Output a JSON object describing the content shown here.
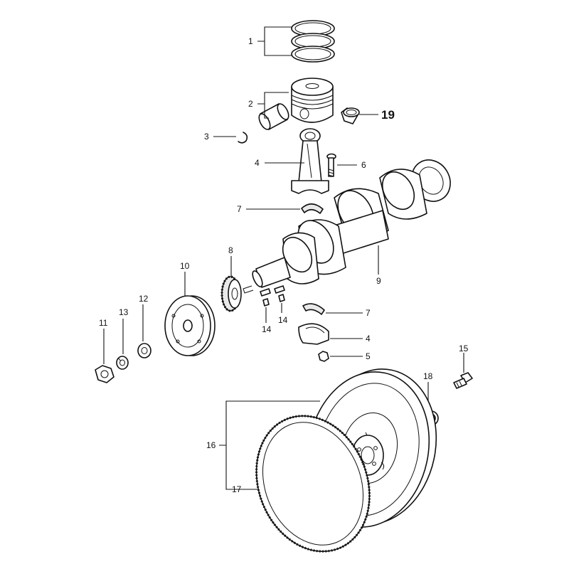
{
  "callouts": {
    "c1": "1",
    "c2": "2",
    "c3": "3",
    "c4a": "4",
    "c4b": "4",
    "c5": "5",
    "c6": "6",
    "c7a": "7",
    "c7b": "7",
    "c8": "8",
    "c9": "9",
    "c10": "10",
    "c11": "11",
    "c12": "12",
    "c13": "13",
    "c14a": "14",
    "c14b": "14",
    "c15": "15",
    "c16": "16",
    "c17": "17",
    "c18": "18",
    "c19": "19"
  }
}
